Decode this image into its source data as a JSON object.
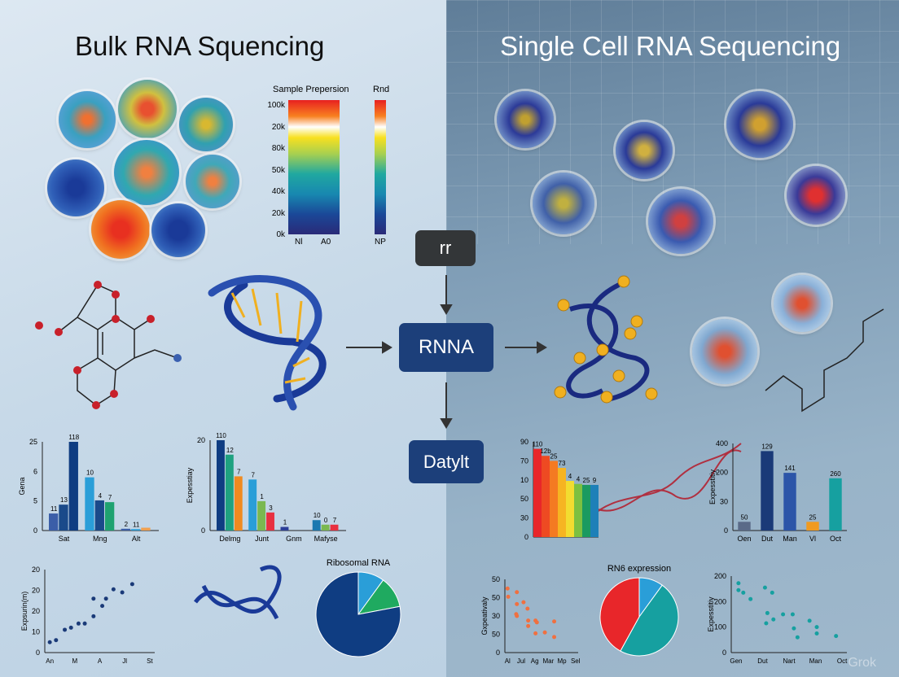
{
  "titles": {
    "left": "Bulk RNA Squencing",
    "right": "Single Cell RNA Sequencing"
  },
  "flow": {
    "top_box": "rr",
    "center_box": "RNNA",
    "bottom_box": "Datylt"
  },
  "colors": {
    "dark_box": "#333638",
    "navy_box": "#1c3f7a",
    "accent_blue": "#1a4a8a"
  },
  "heatmap": {
    "title": "Sample Prepersion",
    "side_title": "Rnd",
    "ticks": [
      "100k",
      "20k",
      "80k",
      "50k",
      "40k",
      "20k",
      "0k"
    ],
    "x_labels": [
      "Nl",
      "A0"
    ],
    "side_x_label": "NP"
  },
  "watermark": "Grok",
  "chart_data": [
    {
      "id": "c1",
      "type": "bar",
      "ylabel": "Gena",
      "yticks": [
        "25",
        "6",
        "5",
        "0"
      ],
      "ylim": [
        0,
        25
      ],
      "categories": [
        "Sat",
        "Mng",
        "Alt"
      ],
      "series_values": [
        [
          4.8,
          7.3,
          25
        ],
        [
          15,
          8.5,
          8
        ],
        [
          0.5,
          0.4,
          0.8
        ]
      ],
      "labels": [
        [
          "11",
          "13",
          "118"
        ],
        [
          "10",
          "4",
          "7"
        ],
        [
          "2",
          "11"
        ]
      ],
      "colors": [
        [
          "#3b5ea8",
          "#1a4a8a",
          "#0f3d82"
        ],
        [
          "#2a9ed8",
          "#1a4a8a",
          "#1fa270"
        ],
        [
          "#3b5ea8",
          "#2a9ed8",
          "#f0a050"
        ]
      ]
    },
    {
      "id": "c2",
      "type": "bar",
      "ylabel": "Expesstiay",
      "yticks": [
        "20",
        "",
        "",
        "0"
      ],
      "ylim": [
        0,
        20
      ],
      "categories": [
        "Delmg",
        "Junt",
        "Gnm",
        "Mafyse"
      ],
      "series_values": [
        [
          20,
          16.8,
          12
        ],
        [
          11.3,
          6.5,
          4
        ],
        [
          0.8
        ],
        [
          2.3,
          1.3,
          1.3
        ]
      ],
      "labels": [
        [
          "110",
          "12",
          "7"
        ],
        [
          "7",
          "1",
          "3"
        ],
        [
          "1"
        ],
        [
          "10",
          "0",
          "7"
        ]
      ],
      "colors": [
        [
          "#0f3d82",
          "#1fa280",
          "#f08a20"
        ],
        [
          "#2a9ed8",
          "#7ab850",
          "#e83040"
        ],
        [
          "#2c3e98"
        ],
        [
          "#1a78b0",
          "#7ab850",
          "#e83040"
        ]
      ]
    },
    {
      "id": "c3",
      "type": "bar",
      "yticks": [
        "90",
        "70",
        "10",
        "50",
        "30",
        "0"
      ],
      "ylim": [
        0,
        95
      ],
      "categories": [],
      "values": [
        88,
        81,
        76,
        69,
        56,
        53,
        52,
        52
      ],
      "labels": [
        "110",
        "12b",
        "25",
        "73",
        "4",
        "4",
        "25",
        "9"
      ],
      "colors": [
        "#e8262a",
        "#ee4a22",
        "#f47a22",
        "#f6b422",
        "#f2dc30",
        "#7cc040",
        "#1a9a60",
        "#1e80b8"
      ]
    },
    {
      "id": "c4",
      "type": "bar",
      "ylabel": "Expesstitiy",
      "yticks": [
        "400",
        "200",
        "30",
        "0"
      ],
      "ylim": [
        0,
        400
      ],
      "categories": [
        "Oen",
        "Dut",
        "Man",
        "Vl",
        "Oct"
      ],
      "values": [
        40,
        365,
        265,
        40,
        240
      ],
      "labels": [
        "50",
        "129",
        "141",
        "25",
        "260"
      ],
      "colors": [
        "#5a6a88",
        "#1a3a78",
        "#2c55a8",
        "#f09a20",
        "#16a0a0"
      ]
    },
    {
      "id": "s1",
      "type": "scatter",
      "ylabel": "Expsurin(m)",
      "yticks": [
        "20",
        "20",
        "20",
        "10",
        "0"
      ],
      "ylim": [
        0,
        40
      ],
      "xticks": [
        "An",
        "M",
        "A",
        "Jl",
        "St"
      ],
      "xlim": [
        0,
        4.4
      ],
      "color": "#1a3a78",
      "points": [
        [
          0.2,
          5
        ],
        [
          0.45,
          6
        ],
        [
          0.8,
          11
        ],
        [
          1.05,
          12
        ],
        [
          1.35,
          14
        ],
        [
          1.6,
          14
        ],
        [
          1.95,
          17.5
        ],
        [
          1.95,
          26
        ],
        [
          2.3,
          22.5
        ],
        [
          2.45,
          26
        ],
        [
          2.75,
          30.5
        ],
        [
          3.1,
          29
        ],
        [
          3.5,
          33
        ]
      ]
    },
    {
      "id": "s2",
      "type": "scatter",
      "ylabel": "Gxpeativaly",
      "yticks": [
        "50",
        "50",
        "30",
        "50",
        "0"
      ],
      "ylim": [
        0,
        80
      ],
      "xticks": [
        "Al",
        "Jul",
        "Ag",
        "Mar",
        "Mp",
        "Sel"
      ],
      "xlim": [
        0,
        5.5
      ],
      "color": "#f07040",
      "points": [
        [
          0.2,
          70
        ],
        [
          0.25,
          61
        ],
        [
          0.9,
          66
        ],
        [
          0.9,
          53
        ],
        [
          0.85,
          42
        ],
        [
          0.9,
          40
        ],
        [
          1.4,
          55
        ],
        [
          1.7,
          48
        ],
        [
          1.75,
          35
        ],
        [
          1.75,
          29
        ],
        [
          2.3,
          35
        ],
        [
          2.4,
          33
        ],
        [
          2.3,
          21
        ],
        [
          3.0,
          22
        ],
        [
          3.7,
          34
        ],
        [
          3.7,
          17
        ]
      ]
    },
    {
      "id": "s3",
      "type": "scatter",
      "ylabel": "Expesstitiy",
      "yticks": [
        "200",
        "200",
        "100",
        "0"
      ],
      "ylim": [
        0,
        300
      ],
      "xticks": [
        "Gen",
        "Dut",
        "Nart",
        "Man",
        "Oct"
      ],
      "xlim": [
        0,
        4.8
      ],
      "color": "#16a0a0",
      "points": [
        [
          0.3,
          272
        ],
        [
          0.3,
          245
        ],
        [
          0.5,
          235
        ],
        [
          0.8,
          210
        ],
        [
          1.4,
          255
        ],
        [
          1.7,
          235
        ],
        [
          1.5,
          155
        ],
        [
          1.45,
          115
        ],
        [
          1.75,
          130
        ],
        [
          2.15,
          150
        ],
        [
          2.55,
          150
        ],
        [
          2.6,
          95
        ],
        [
          2.75,
          60
        ],
        [
          3.25,
          125
        ],
        [
          3.55,
          100
        ],
        [
          3.55,
          75
        ],
        [
          4.35,
          65
        ]
      ]
    },
    {
      "id": "p1",
      "type": "pie",
      "title": "Ribosomal RNA",
      "slices": [
        10,
        12,
        78
      ],
      "colors": [
        "#2a9ed8",
        "#1faa60",
        "#0f3d82"
      ]
    },
    {
      "id": "p2",
      "type": "pie",
      "title": "RN6 expression",
      "slices": [
        10,
        48,
        42
      ],
      "colors": [
        "#2a9ed8",
        "#16a0a0",
        "#e8262a"
      ]
    }
  ]
}
